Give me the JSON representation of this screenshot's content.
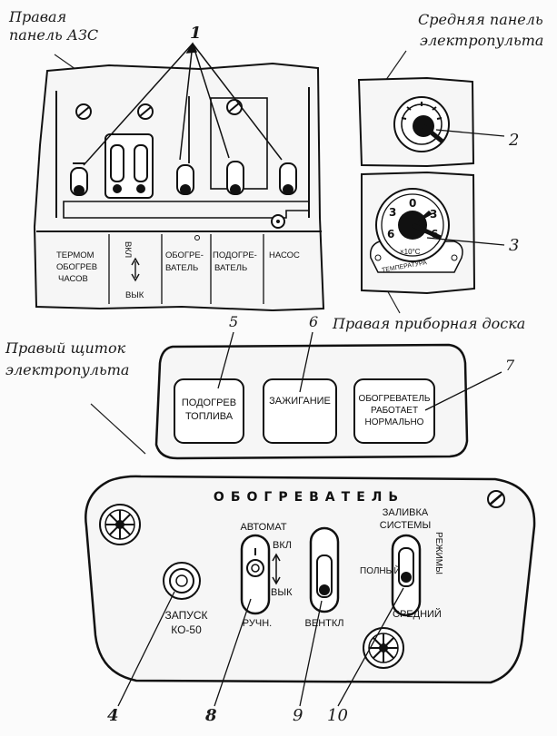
{
  "captions": {
    "right_azs_1": "Правая",
    "right_azs_2": "панель АЗС",
    "middle_panel_1": "Средняя панель",
    "middle_panel_2": "электропульта",
    "right_dashboard": "Правая приборная доска",
    "right_shield_1": "Правый щиток",
    "right_shield_2": "электропульта"
  },
  "numbers": {
    "n1": "1",
    "n2": "2",
    "n3": "3",
    "n4": "4",
    "n5": "5",
    "n6": "6",
    "n7": "7",
    "n8": "8",
    "n9": "9",
    "n10": "10"
  },
  "azs_labels": {
    "thermo_1": "ТЕРМОМ",
    "thermo_2": "ОБОГРЕВ",
    "thermo_3": "ЧАСОВ",
    "on": "ВКЛ",
    "off": "ВЫК",
    "heater_1": "ОБОГРЕ-",
    "heater_2": "ВАТЕЛЬ",
    "preheat_1": "ПОДОГРЕ-",
    "preheat_2": "ВАТЕЛЬ",
    "pump": "НАСОС"
  },
  "gauge_labels": {
    "g1": "3",
    "g2": "0",
    "g3": "3",
    "g4": "6",
    "g5": "6",
    "unit": "×10°С",
    "plate": "ТЕМПЕРАТУРА"
  },
  "lamps": {
    "fuel_heat_1": "ПОДОГРЕВ",
    "fuel_heat_2": "ТОПЛИВА",
    "ignition": "ЗАЖИГАНИЕ",
    "heater_ok_1": "ОБОГРЕВАТЕЛЬ",
    "heater_ok_2": "РАБОТАЕТ",
    "heater_ok_3": "НОРМАЛЬНО"
  },
  "heater_panel": {
    "title": "ОБОГРЕВАТЕЛЬ",
    "automat": "АВТОМАТ",
    "on": "ВКЛ",
    "off": "ВЫК",
    "manual": "РУЧН.",
    "start_1": "ЗАПУСК",
    "start_2": "КО-50",
    "vent": "ВЕНТКЛ",
    "fill_1": "ЗАЛИВКА",
    "fill_2": "СИСТЕМЫ",
    "modes": "РЕЖИМЫ",
    "full": "ПОЛНЫЙ",
    "medium": "СРЕДНИЙ"
  }
}
